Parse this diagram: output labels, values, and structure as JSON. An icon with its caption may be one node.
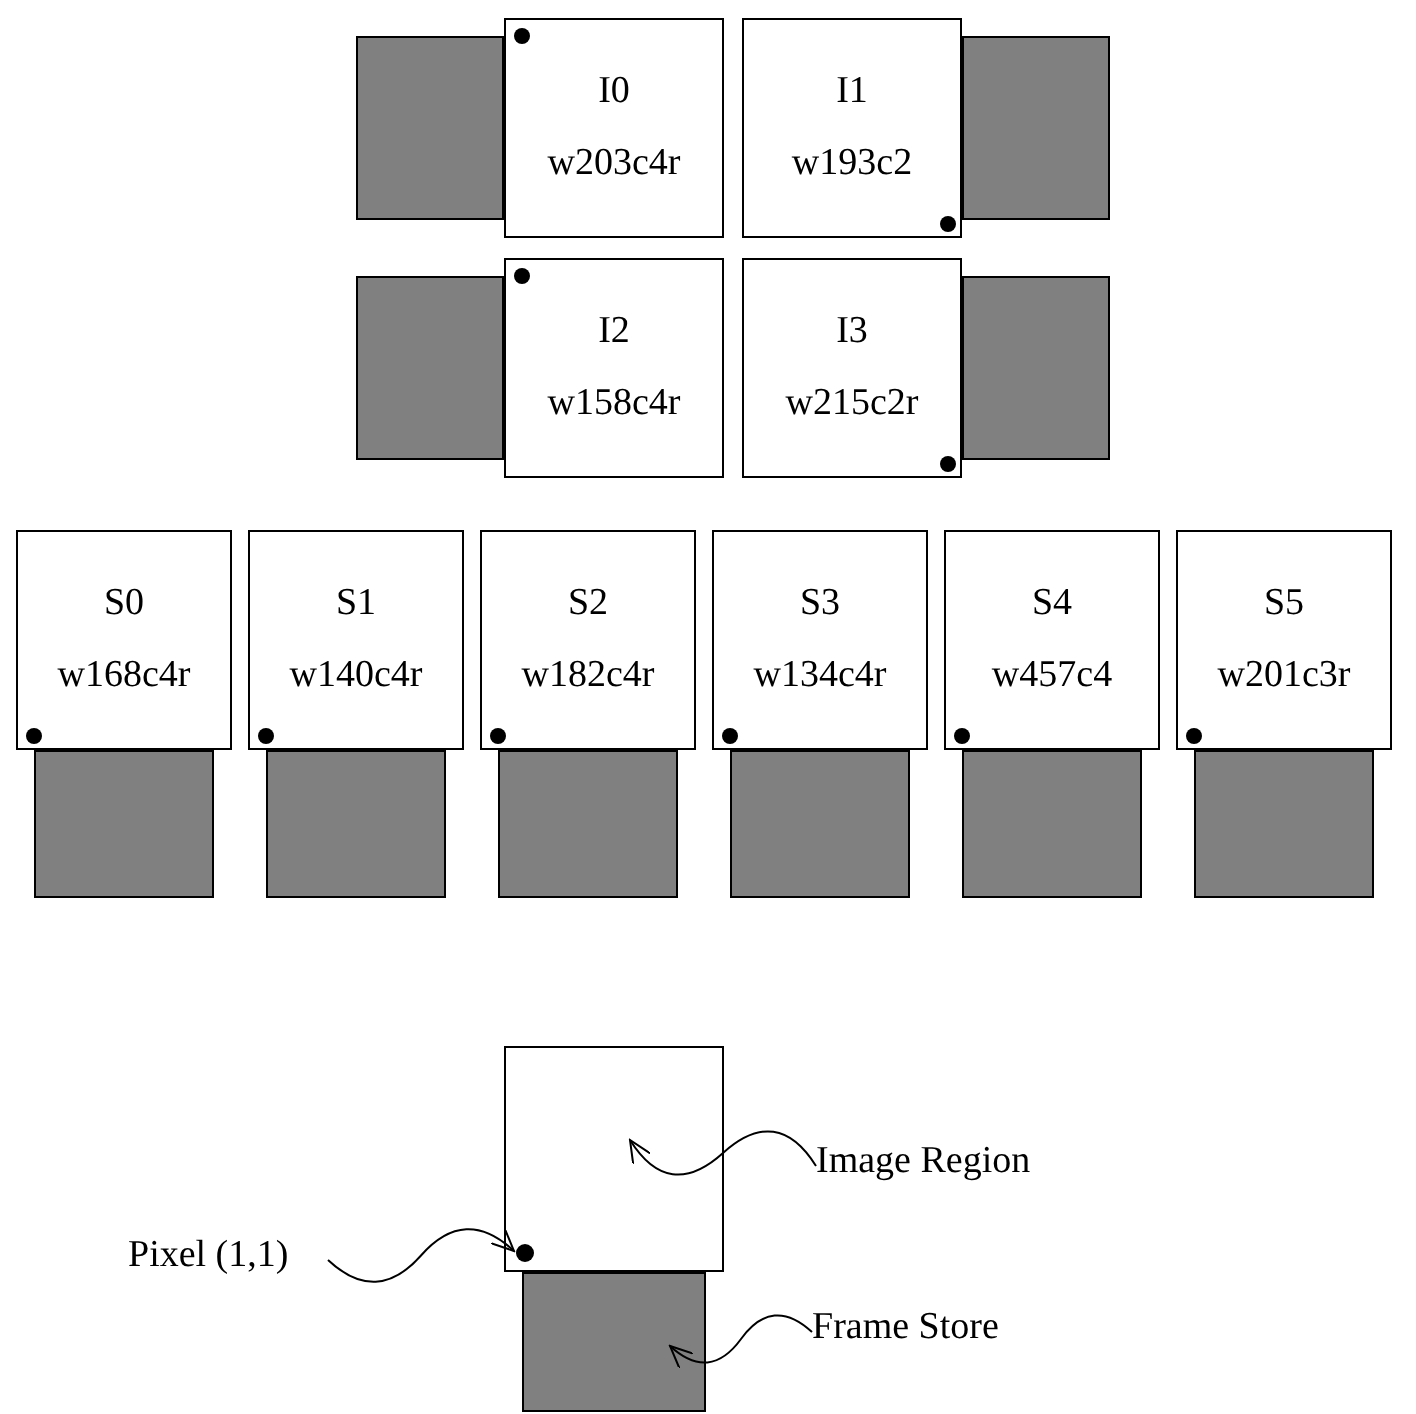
{
  "diagram": {
    "nodes": [
      {
        "text": [],
        "shape": "box"
      },
      {
        "text": [
          "I0",
          "w203c4r"
        ]
      },
      {
        "text": [
          "I1",
          "w193c2"
        ]
      },
      {
        "text": [],
        "shape": "box"
      },
      {
        "text": [],
        "shape": "box"
      },
      {
        "text": [
          "I2",
          "w158c4r"
        ]
      },
      {
        "text": [
          "I3",
          "w215c2r"
        ]
      },
      {
        "text": [],
        "shape": "box"
      },
      {
        "text": [
          "S0",
          "w168c4r"
        ]
      },
      {
        "text": [
          "S1",
          "w140c4r"
        ]
      },
      {
        "text": [
          "S2",
          "w182c4r"
        ]
      },
      {
        "text": [
          "S3",
          "w134c4r"
        ]
      },
      {
        "text": [
          "S4",
          "w457c4"
        ]
      },
      {
        "text": [
          "S5",
          "w201c3r"
        ]
      },
      {
        "text": [],
        "shape": "box"
      },
      {
        "text": [],
        "shape": "box"
      },
      {
        "text": [],
        "shape": "box"
      },
      {
        "text": [],
        "shape": "box"
      },
      {
        "text": [],
        "shape": "box"
      },
      {
        "text": [],
        "shape": "box"
      },
      {
        "text": [],
        "shape": "box"
      },
      {
        "text": [
          "Image Region"
        ]
      },
      {
        "text": [
          "Pixel (1,1)"
        ]
      },
      {
        "text": [],
        "shape": "circle",
        "in": 20
      },
      {
        "text": [],
        "shape": "box"
      },
      {
        "text": [
          "Frame Store"
        ]
      }
    ],
    "edges": [
      {
        "from": 21,
        "to": 20,
        "arrow": "to"
      },
      {
        "from": 22,
        "to": 23,
        "arrow": "to"
      },
      {
        "from": 25,
        "to": 24,
        "arrow": "to"
      }
    ]
  }
}
